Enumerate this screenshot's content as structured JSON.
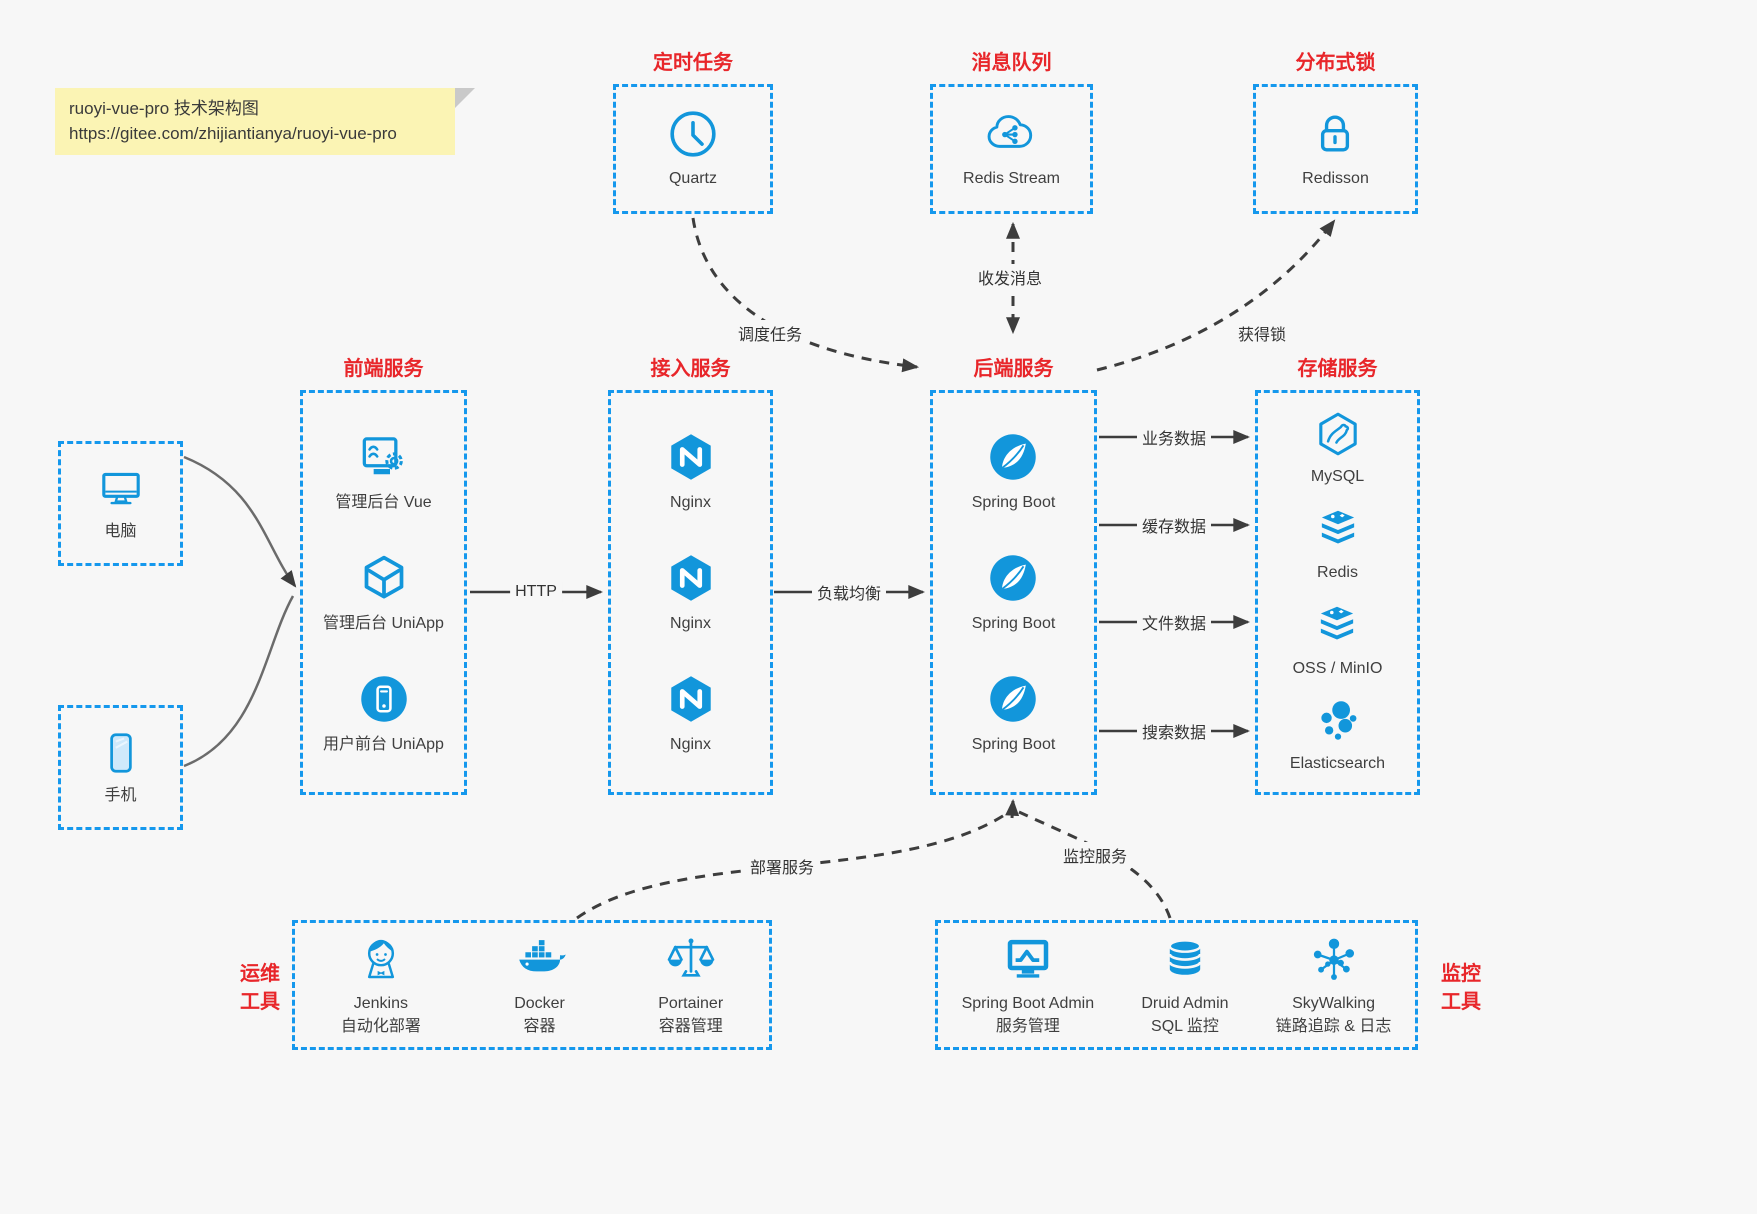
{
  "note": {
    "line1": "ruoyi-vue-pro 技术架构图",
    "line2": "https://gitee.com/zhijiantianya/ruoyi-vue-pro"
  },
  "colors": {
    "accent_border": "#1598ed",
    "icon_blue": "#1296db",
    "title_red": "#e8262a",
    "arrow_dark": "#3d3d3d",
    "bg": "#f7f7f7",
    "note_yellow": "#fbf4b4"
  },
  "top_groups": [
    {
      "title": "定时任务",
      "items": [
        {
          "label": "Quartz",
          "icon": "clock-icon"
        }
      ]
    },
    {
      "title": "消息队列",
      "items": [
        {
          "label": "Redis Stream",
          "icon": "cloud-stream-icon"
        }
      ]
    },
    {
      "title": "分布式锁",
      "items": [
        {
          "label": "Redisson",
          "icon": "lock-icon"
        }
      ]
    }
  ],
  "clients": [
    {
      "label": "电脑",
      "icon": "desktop-icon"
    },
    {
      "label": "手机",
      "icon": "smartphone-icon"
    }
  ],
  "columns": [
    {
      "title": "前端服务",
      "items": [
        {
          "label": "管理后台 Vue",
          "icon": "admin-dashboard-icon"
        },
        {
          "label": "管理后台 UniApp",
          "icon": "cube-icon"
        },
        {
          "label": "用户前台 UniApp",
          "icon": "phone-circle-icon"
        }
      ]
    },
    {
      "title": "接入服务",
      "items": [
        {
          "label": "Nginx",
          "icon": "nginx-icon"
        },
        {
          "label": "Nginx",
          "icon": "nginx-icon"
        },
        {
          "label": "Nginx",
          "icon": "nginx-icon"
        }
      ]
    },
    {
      "title": "后端服务",
      "items": [
        {
          "label": "Spring Boot",
          "icon": "spring-boot-icon"
        },
        {
          "label": "Spring Boot",
          "icon": "spring-boot-icon"
        },
        {
          "label": "Spring Boot",
          "icon": "spring-boot-icon"
        }
      ]
    },
    {
      "title": "存储服务",
      "items": [
        {
          "label": "MySQL",
          "icon": "mysql-icon"
        },
        {
          "label": "Redis",
          "icon": "storage-stack-icon"
        },
        {
          "label": "OSS / MinIO",
          "icon": "storage-stack-icon"
        },
        {
          "label": "Elasticsearch",
          "icon": "elasticsearch-icon"
        }
      ]
    }
  ],
  "bottom_groups": [
    {
      "side_label_line1": "运维",
      "side_label_line2": "工具",
      "items": [
        {
          "label": "Jenkins",
          "sublabel": "自动化部署",
          "icon": "jenkins-icon"
        },
        {
          "label": "Docker",
          "sublabel": "容器",
          "icon": "docker-icon"
        },
        {
          "label": "Portainer",
          "sublabel": "容器管理",
          "icon": "scales-icon"
        }
      ]
    },
    {
      "side_label_line1": "监控",
      "side_label_line2": "工具",
      "items": [
        {
          "label": "Spring Boot Admin",
          "sublabel": "服务管理",
          "icon": "monitor-chart-icon"
        },
        {
          "label": "Druid Admin",
          "sublabel": "SQL 监控",
          "icon": "database-icon"
        },
        {
          "label": "SkyWalking",
          "sublabel": "链路追踪 & 日志",
          "icon": "network-hub-icon"
        }
      ]
    }
  ],
  "edge_labels": {
    "http": "HTTP",
    "load_balance": "负载均衡",
    "schedule_task": "调度任务",
    "send_receive_msg": "收发消息",
    "acquire_lock": "获得锁",
    "business_data": "业务数据",
    "cache_data": "缓存数据",
    "file_data": "文件数据",
    "search_data": "搜索数据",
    "deploy_service": "部署服务",
    "monitor_service": "监控服务"
  }
}
